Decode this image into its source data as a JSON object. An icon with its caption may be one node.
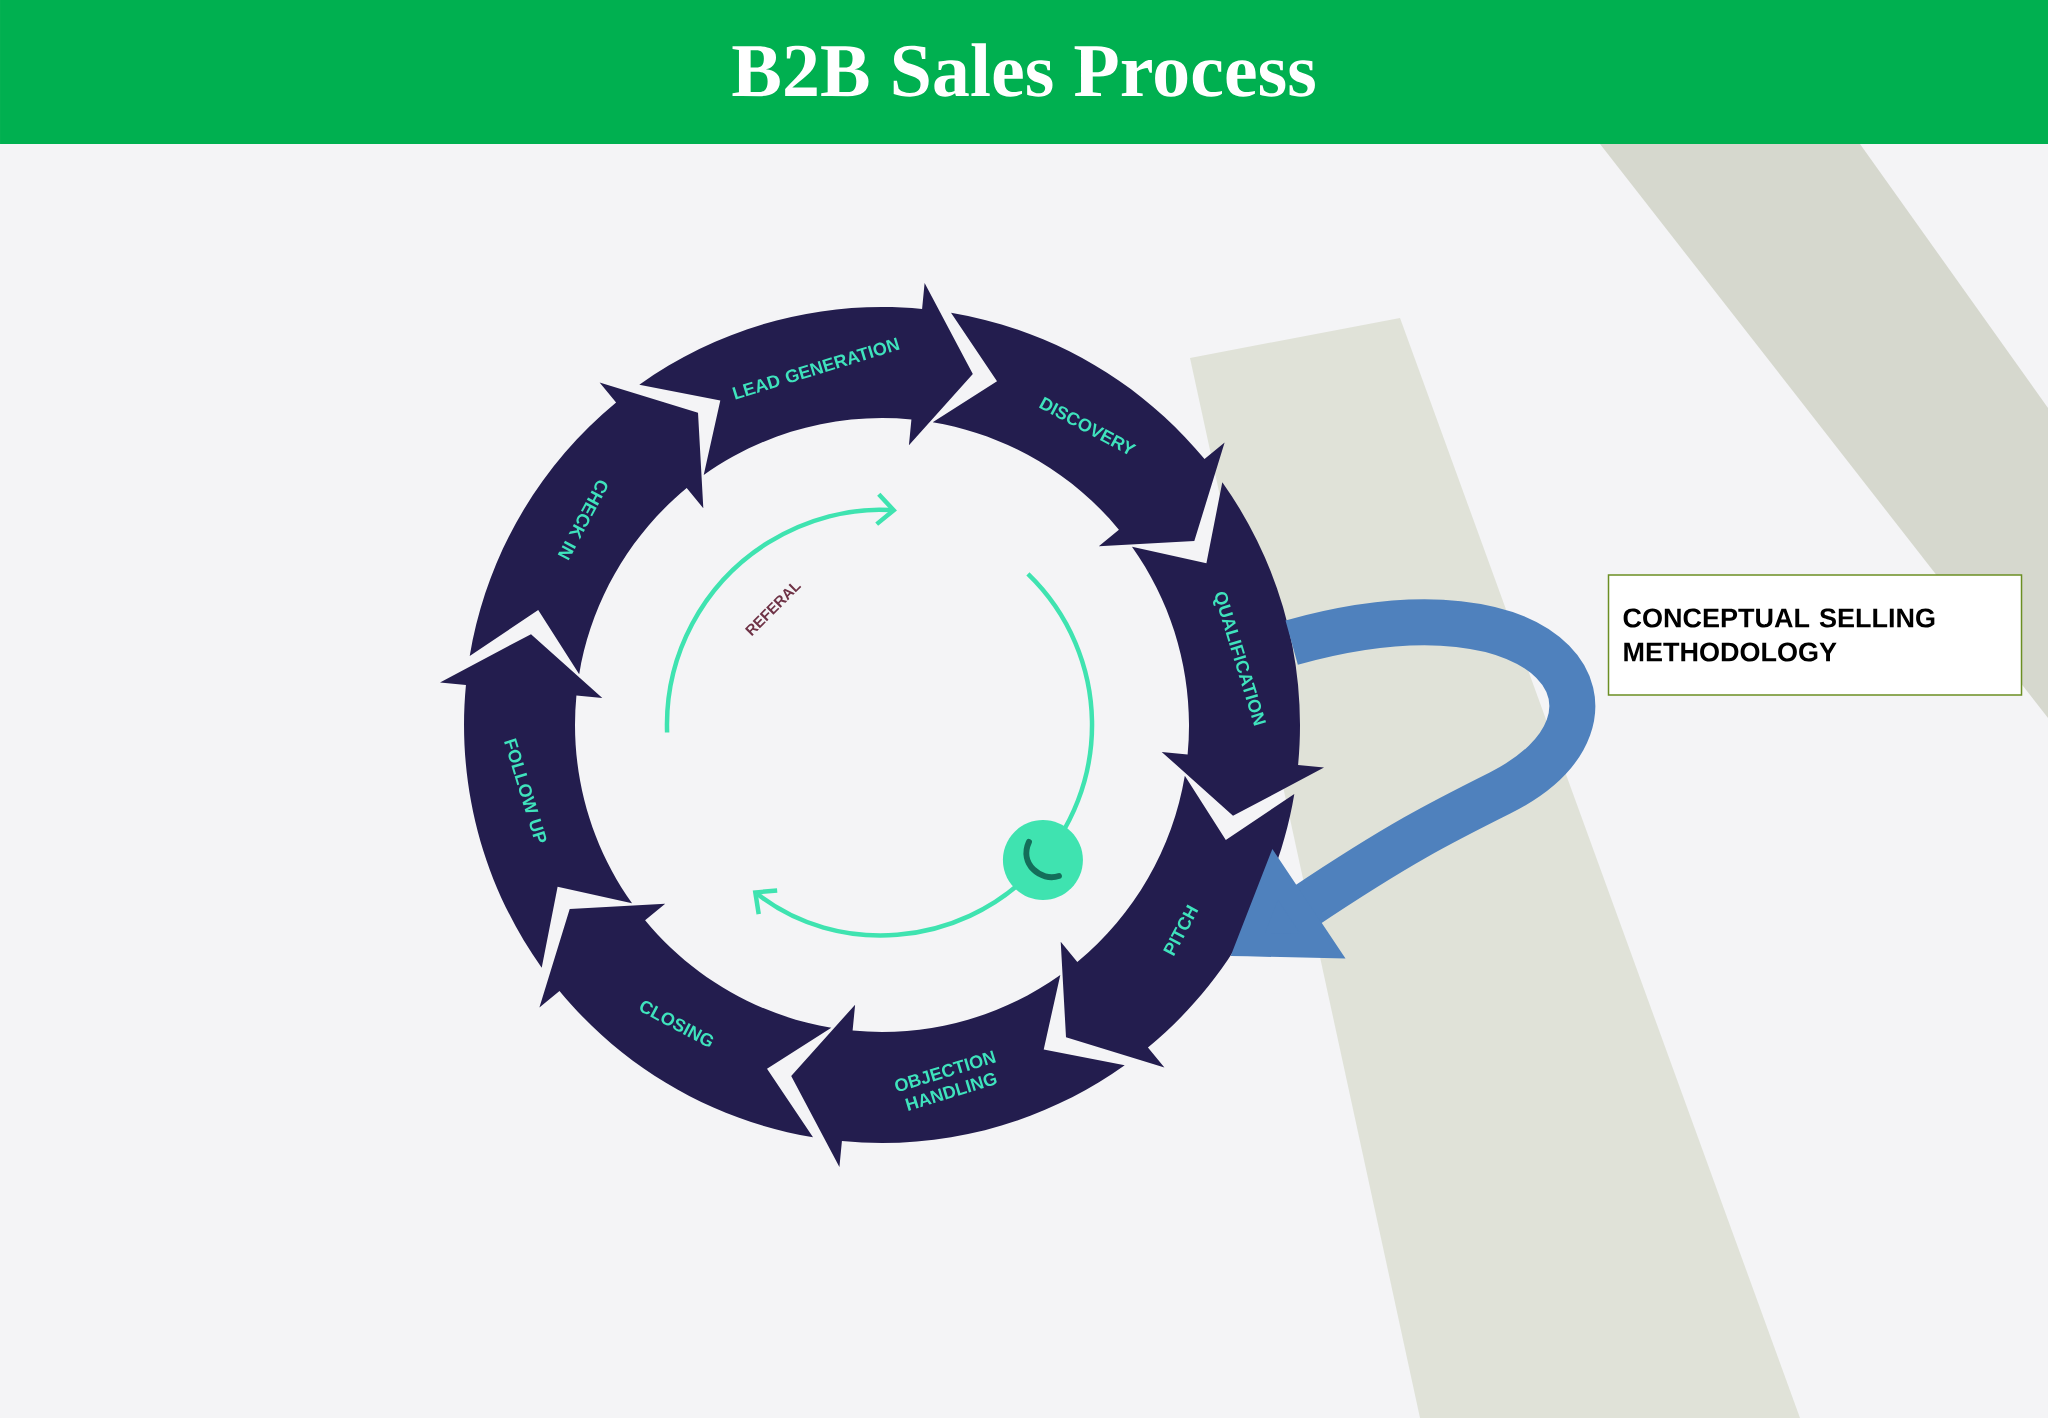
{
  "diagram": {
    "title": "B2B Sales Process",
    "nodes": [
      {
        "text": [
          "LEAD GENERATION"
        ]
      },
      {
        "text": [
          "DISCOVERY"
        ]
      },
      {
        "text": [
          "QUALIFICATION"
        ]
      },
      {
        "text": [
          "PITCH"
        ]
      },
      {
        "text": [
          "OBJECTION HANDLING"
        ]
      },
      {
        "text": [
          "CLOSING"
        ]
      },
      {
        "text": [
          "FOLLOW UP"
        ]
      },
      {
        "text": [
          "CHECK IN"
        ]
      },
      {
        "text": [
          "CONCEPTUAL SELLING METHODOLOGY"
        ]
      }
    ],
    "edges": [
      {
        "from": 2,
        "to": 3,
        "arrow": "to",
        "color": "#4f81bd"
      }
    ],
    "labels": [
      "REFERAL"
    ]
  }
}
